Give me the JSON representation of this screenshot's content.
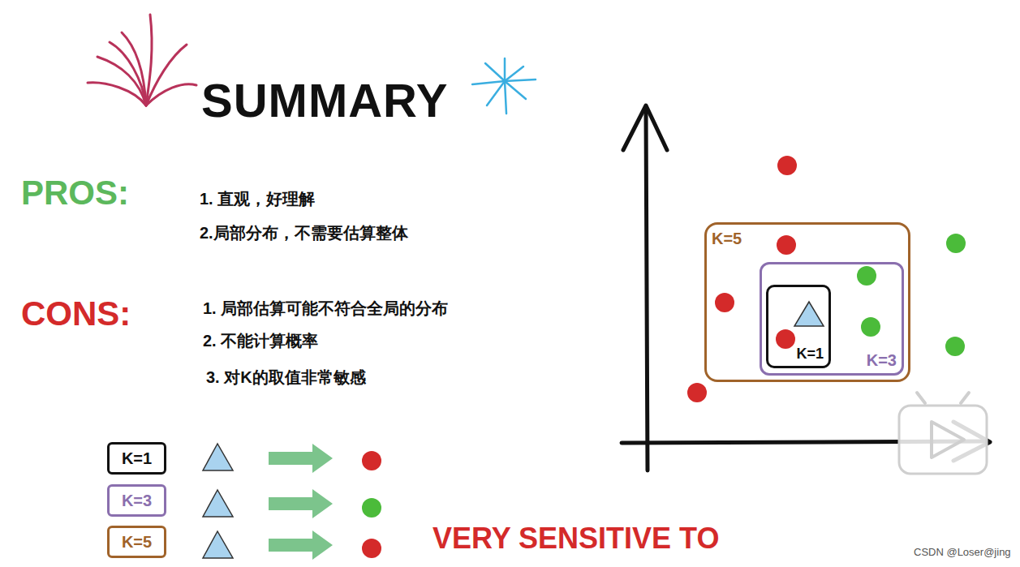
{
  "diagram": {
    "title": "SUMMARY",
    "nodes": [
      {
        "text": [
          "K=5"
        ]
      },
      {
        "text": [
          "K=3"
        ],
        "in": 0
      },
      {
        "text": [
          "K=1"
        ],
        "in": 1
      },
      {
        "text": [
          "K=1"
        ]
      },
      {
        "text": [
          "K=3"
        ]
      },
      {
        "text": [
          "K=5"
        ]
      }
    ],
    "labels": [
      "PROS:",
      "1. 直观，好理解",
      "2.局部分布，不需要估算整体",
      "CONS:",
      "1. 局部估算可能不符合全局的分布",
      "2. 不能计算概率",
      "3. 对K的取值非常敏感",
      "VERY SENSITIVE TO",
      "CSDN @Loser@jing"
    ]
  }
}
